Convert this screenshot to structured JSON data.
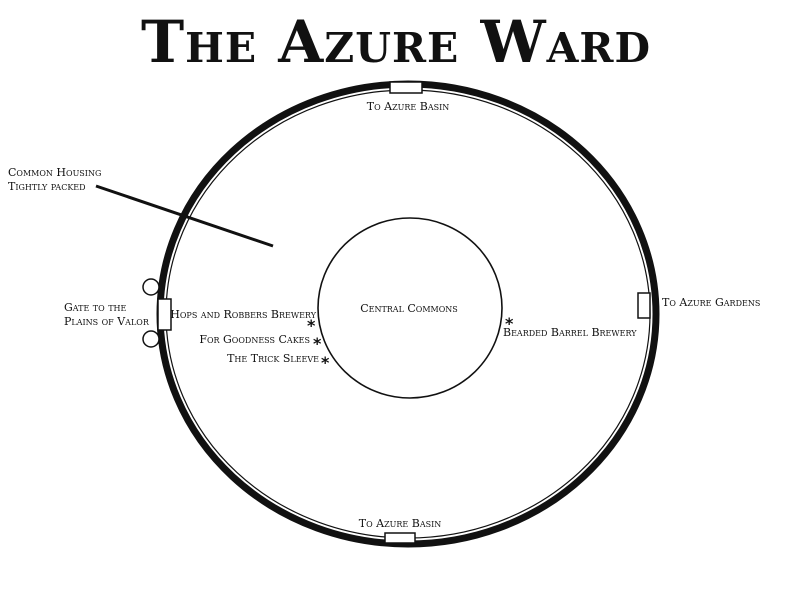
{
  "map": {
    "title": "The Azure Ward",
    "labels": {
      "common_housing_line1": "Common Housing",
      "common_housing_line2": "Tightly packed",
      "gate_line1": "Gate to the",
      "gate_line2": "Plains of Valor",
      "to_azure_basin_north": "To Azure Basin",
      "to_azure_basin_south": "To Azure Basin",
      "to_azure_gardens": "To Azure Gardens",
      "central_commons": "Central Commons",
      "bearded_barrel_brewery": "Bearded Barrel Brewery",
      "hops_and_robbers_brewery": "Hops and Robbers Brewery",
      "for_goodness_cakes": "For Goodness Cakes",
      "the_trick_sleeve": "The Trick Sleeve"
    },
    "marker_symbol": "*",
    "colors": {
      "ink": "#111111",
      "paper": "#ffffff"
    }
  }
}
